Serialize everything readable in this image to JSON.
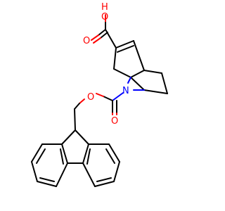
{
  "molecule": {
    "atoms": {
      "hydroxyl_h": "H",
      "hydroxyl_o": "O",
      "carbonyl_o_acid": "O",
      "bridge_n": "N",
      "ester_o": "O",
      "carbonyl_o_carbamate": "O"
    },
    "colors": {
      "bond": "#000000",
      "oxygen": "#ff0000",
      "nitrogen": "#0000ff",
      "background": "#ffffff"
    }
  }
}
